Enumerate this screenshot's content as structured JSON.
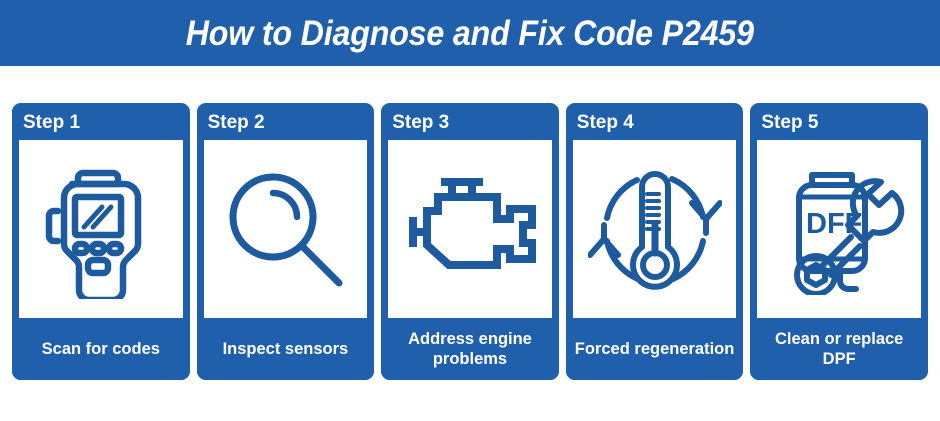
{
  "header": {
    "title": "How to Diagnose and Fix Code P2459",
    "background_color": "#1f5fab",
    "text_color": "#ffffff"
  },
  "theme": {
    "brand_blue": "#1f5fab",
    "icon_stroke": "#1d5b9e",
    "panel_white": "#ffffff"
  },
  "steps": [
    {
      "badge": "Step 1",
      "label": "Scan for codes",
      "icon": "obd-scanner-icon"
    },
    {
      "badge": "Step 2",
      "label": "Inspect sensors",
      "icon": "magnifying-glass-icon"
    },
    {
      "badge": "Step 3",
      "label": "Address engine problems",
      "icon": "check-engine-icon"
    },
    {
      "badge": "Step 4",
      "label": "Forced regeneration",
      "icon": "thermometer-cycle-icon"
    },
    {
      "badge": "Step 5",
      "label": "Clean or replace DPF",
      "icon": "dpf-filter-wrench-icon",
      "icon_text": "DFF"
    }
  ]
}
